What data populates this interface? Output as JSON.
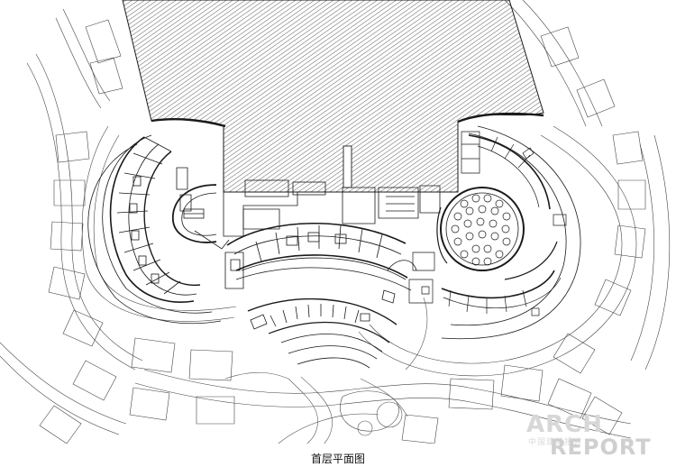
{
  "drawing": {
    "caption": "首层平面图",
    "watermark": {
      "line1": "ARCH",
      "line2": "中国建筑报道",
      "line3": "REPORT"
    }
  },
  "colors": {
    "line": "#1a1a1a",
    "light_line": "#555555",
    "roof_hatch": "#333333",
    "watermark": "#d0d0d0"
  }
}
